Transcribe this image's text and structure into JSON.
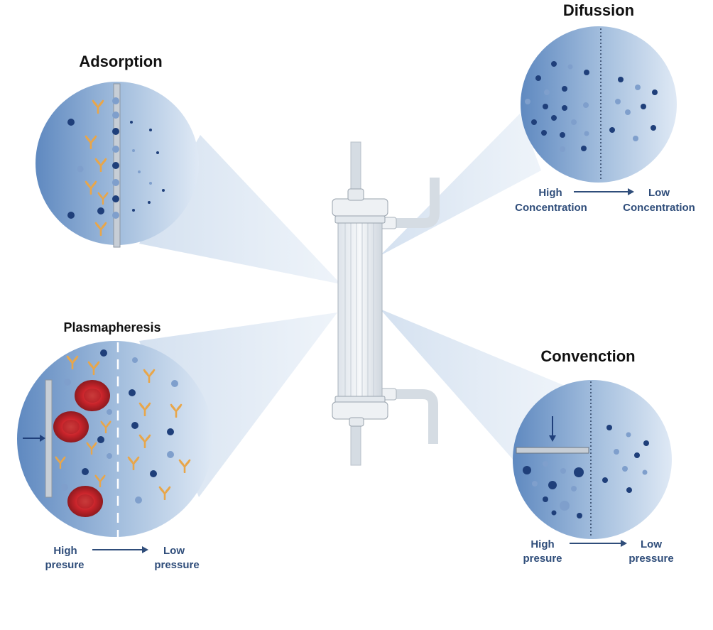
{
  "panels": {
    "adsorption": {
      "title": "Adsorption"
    },
    "diffusion": {
      "title": "Difussion",
      "from_line1": "High",
      "from_line2": "Concentration",
      "to_line1": "Low",
      "to_line2": "Concentration"
    },
    "plasmapheresis": {
      "title": "Plasmapheresis",
      "from_line1": "High",
      "from_line2": "presure",
      "to_line1": "Low",
      "to_line2": "pressure"
    },
    "convection": {
      "title": "Convenction",
      "from_line1": "High",
      "from_line2": "presure",
      "to_line1": "Low",
      "to_line2": "pressure"
    }
  },
  "colors": {
    "particle_dark": "#1f3f7a",
    "particle_light": "#7f9fcc",
    "antibody": "#e8a64a",
    "red_cell": "#c9242b",
    "label_blue": "#2f4d7a",
    "membrane": "#c7ced6"
  },
  "icons": [
    "antibody-icon",
    "red-blood-cell-icon",
    "dialyzer-filter-icon",
    "flow-arrow-icon"
  ]
}
